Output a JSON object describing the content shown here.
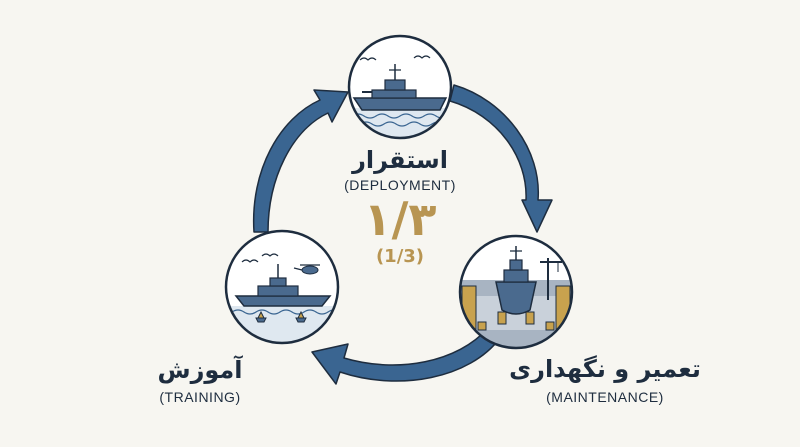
{
  "deployment": {
    "fa": "استقرار",
    "en": "(DEPLOYMENT)"
  },
  "maintenance": {
    "fa": "تعمیر و نگهداری",
    "en": "(MAINTENANCE)"
  },
  "training": {
    "fa": "آموزش",
    "en": "(TRAINING)"
  },
  "ratio": {
    "fa": "۱/۳",
    "en": "(1/3)"
  },
  "colors": {
    "navy": "#1e2d3f",
    "arrow": "#3a6591",
    "gold": "#b89552",
    "background": "#f7f6f1"
  },
  "icons": [
    "warship-at-sea-icon",
    "ship-in-drydock-icon",
    "warship-with-helicopter-icon",
    "cycle-arrow-icon"
  ]
}
